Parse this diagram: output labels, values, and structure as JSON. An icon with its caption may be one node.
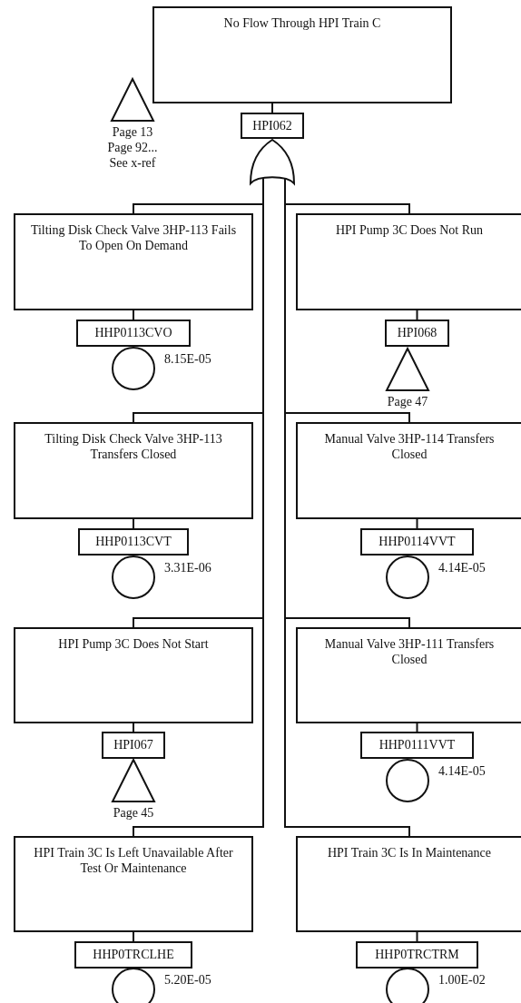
{
  "diagram": {
    "nodes": [
      {
        "text": [
          "No Flow Through HPI Train C"
        ]
      },
      {
        "text": [],
        "shape": "triangle",
        "beside": [
          "Page 13",
          "Page 92...",
          "See x-ref"
        ]
      },
      {
        "text": [
          "HPI062"
        ]
      },
      {
        "text": [],
        "shape": "gate"
      },
      {
        "text": [
          "Tilting Disk Check Valve 3HP-113 Fails To Open On Demand"
        ]
      },
      {
        "text": [
          "HHP0113CVO"
        ]
      },
      {
        "text": [],
        "shape": "circle",
        "beside": [
          "8.15E-05"
        ]
      },
      {
        "text": [
          "HPI Pump 3C Does Not Run"
        ]
      },
      {
        "text": [
          "HPI068"
        ]
      },
      {
        "text": [],
        "shape": "triangle",
        "beside": [
          "Page 47"
        ]
      },
      {
        "text": [
          "Tilting Disk Check Valve 3HP-113 Transfers Closed"
        ]
      },
      {
        "text": [
          "HHP0113CVT"
        ]
      },
      {
        "text": [],
        "shape": "circle",
        "beside": [
          "3.31E-06"
        ]
      },
      {
        "text": [
          "Manual Valve 3HP-114 Transfers Closed"
        ]
      },
      {
        "text": [
          "HHP0114VVT"
        ]
      },
      {
        "text": [],
        "shape": "circle",
        "beside": [
          "4.14E-05"
        ]
      },
      {
        "text": [
          "HPI Pump 3C Does Not Start"
        ]
      },
      {
        "text": [
          "HPI067"
        ]
      },
      {
        "text": [],
        "shape": "triangle",
        "beside": [
          "Page 45"
        ]
      },
      {
        "text": [
          "Manual Valve 3HP-111 Transfers Closed"
        ]
      },
      {
        "text": [
          "HHP0111VVT"
        ]
      },
      {
        "text": [],
        "shape": "circle",
        "beside": [
          "4.14E-05"
        ]
      },
      {
        "text": [
          "HPI Train 3C Is Left Unavailable After Test Or Maintenance"
        ]
      },
      {
        "text": [
          "HHP0TRCLHE"
        ]
      },
      {
        "text": [],
        "shape": "circle",
        "beside": [
          "5.20E-05"
        ]
      },
      {
        "text": [
          "HPI Train 3C Is In Maintenance"
        ]
      },
      {
        "text": [
          "HHP0TRCTRM"
        ]
      },
      {
        "text": [],
        "shape": "circle",
        "beside": [
          "1.00E-02"
        ]
      }
    ],
    "edges": [
      {
        "from": 0,
        "to": 2,
        "arrow": "none"
      },
      {
        "from": 3,
        "to": 4,
        "arrow": "none"
      },
      {
        "from": 3,
        "to": 7,
        "arrow": "none"
      },
      {
        "from": 3,
        "to": 10,
        "arrow": "none"
      },
      {
        "from": 3,
        "to": 13,
        "arrow": "none"
      },
      {
        "from": 3,
        "to": 16,
        "arrow": "none"
      },
      {
        "from": 3,
        "to": 19,
        "arrow": "none"
      },
      {
        "from": 3,
        "to": 22,
        "arrow": "none"
      },
      {
        "from": 3,
        "to": 25,
        "arrow": "none"
      },
      {
        "from": 4,
        "to": 5,
        "arrow": "none"
      },
      {
        "from": 7,
        "to": 8,
        "arrow": "none"
      },
      {
        "from": 10,
        "to": 11,
        "arrow": "none"
      },
      {
        "from": 13,
        "to": 14,
        "arrow": "none"
      },
      {
        "from": 16,
        "to": 17,
        "arrow": "none"
      },
      {
        "from": 19,
        "to": 20,
        "arrow": "none"
      },
      {
        "from": 22,
        "to": 23,
        "arrow": "none"
      },
      {
        "from": 25,
        "to": 26,
        "arrow": "none"
      }
    ]
  }
}
